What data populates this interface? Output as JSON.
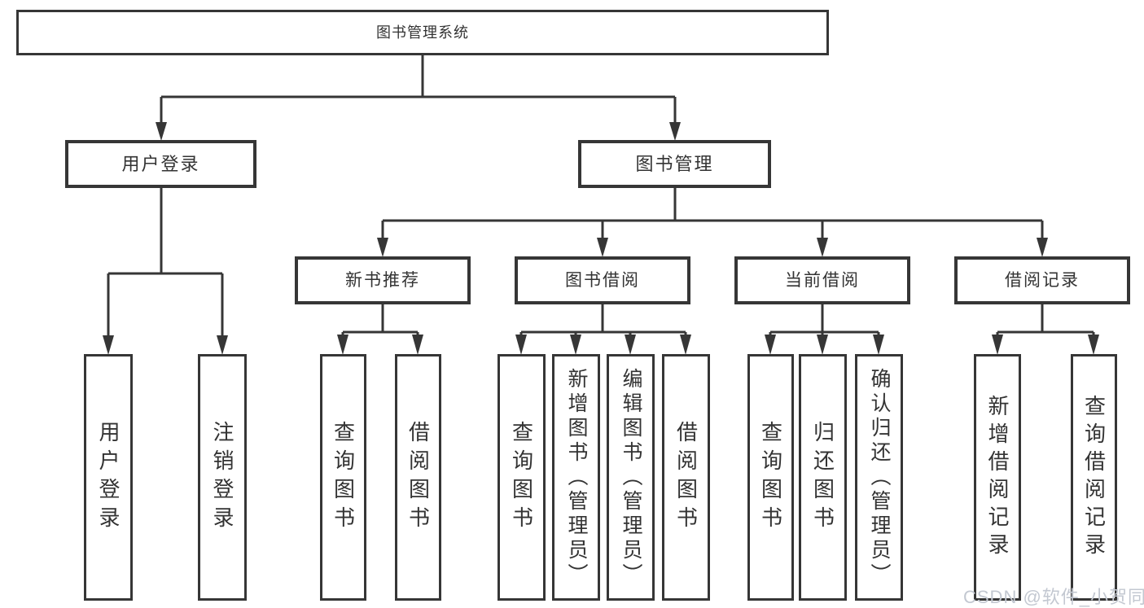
{
  "diagram": {
    "root": {
      "label": "图书管理系统"
    },
    "branches": [
      {
        "label": "用户登录",
        "children": [
          {
            "label": "用户登录"
          },
          {
            "label": "注销登录"
          }
        ]
      },
      {
        "label": "图书管理",
        "children": [
          {
            "label": "新书推荐",
            "children": [
              {
                "label": "查询图书"
              },
              {
                "label": "借阅图书"
              }
            ]
          },
          {
            "label": "图书借阅",
            "children": [
              {
                "label": "查询图书"
              },
              {
                "label": "新增图书（管理员）"
              },
              {
                "label": "编辑图书（管理员）"
              },
              {
                "label": "借阅图书"
              }
            ]
          },
          {
            "label": "当前借阅",
            "children": [
              {
                "label": "查询图书"
              },
              {
                "label": "归还图书"
              },
              {
                "label": "确认归还（管理员）"
              }
            ]
          },
          {
            "label": "借阅记录",
            "children": [
              {
                "label": "新增借阅记录"
              },
              {
                "label": "查询借阅记录"
              }
            ]
          }
        ]
      }
    ],
    "watermark": "CSDN @软件_小贺同学",
    "colors": {
      "line": "#363636",
      "text": "#333333",
      "watermark": "#c3c8d1",
      "background": "#ffffff"
    }
  }
}
